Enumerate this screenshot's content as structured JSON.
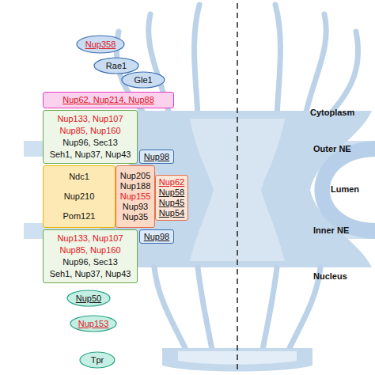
{
  "diagram": {
    "nodes": [
      {
        "text": [
          "Nup358"
        ]
      },
      {
        "text": [
          "Rae1"
        ]
      },
      {
        "text": [
          "Gle1"
        ]
      },
      {
        "text": [
          "Nup62, Nup214, Nup88"
        ]
      },
      {
        "text": [
          "Nup133, Nup107",
          "Nup85, Nup160",
          "Nup96, Sec13",
          "Seh1, Nup37, Nup43"
        ]
      },
      {
        "text": [
          "Nup98"
        ]
      },
      {
        "text": [
          "Ndc1",
          "Nup210",
          "Pom121"
        ]
      },
      {
        "text": [
          "Nup205",
          "Nup188",
          "Nup155",
          "Nup93",
          "Nup35"
        ]
      },
      {
        "text": [
          "Nup62",
          "Nup58",
          "Nup45",
          "Nup54"
        ]
      },
      {
        "text": [
          "Nup98"
        ]
      },
      {
        "text": [
          "Nup133, Nup107",
          "Nup85, Nup160",
          "Nup96, Sec13",
          "Seh1, Nup37, Nup43"
        ]
      },
      {
        "text": [
          "Nup50"
        ]
      },
      {
        "text": [
          "Nup153"
        ]
      },
      {
        "text": [
          "Tpr"
        ]
      }
    ],
    "labels": [
      "Cytoplasm",
      "Outer NE",
      "Lumen",
      "Inner NE",
      "Nucleus"
    ]
  }
}
